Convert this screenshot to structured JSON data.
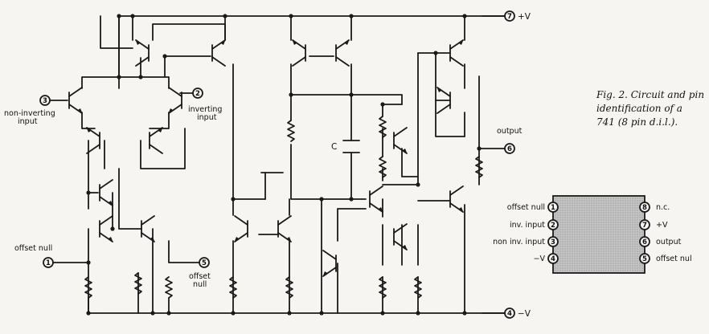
{
  "schematic": {
    "pins": {
      "noninv": {
        "num": "3",
        "label_line1": "non-inverting",
        "label_line2": "input"
      },
      "inv": {
        "num": "2",
        "label_line1": "inverting",
        "label_line2": "input"
      },
      "offset1": {
        "num": "1",
        "label": "offset null"
      },
      "offset5": {
        "num": "5",
        "label_line1": "offset",
        "label_line2": "null"
      },
      "vplus": {
        "num": "7",
        "label": "+V"
      },
      "vminus": {
        "num": "4",
        "label": "−V"
      },
      "output": {
        "num": "6",
        "label": "output"
      }
    },
    "capacitor_label": "C"
  },
  "caption": {
    "line1": "Fig. 2. Circuit and pin",
    "line2": "identification of a",
    "line3": "741 (8 pin d.i.l.)."
  },
  "package": {
    "left_pins": [
      {
        "num": "1",
        "label": "offset null"
      },
      {
        "num": "2",
        "label": "inv. input"
      },
      {
        "num": "3",
        "label": "non inv. input"
      },
      {
        "num": "4",
        "label": "−V"
      }
    ],
    "right_pins": [
      {
        "num": "8",
        "label": "n.c."
      },
      {
        "num": "7",
        "label": "+V"
      },
      {
        "num": "6",
        "label": "output"
      },
      {
        "num": "5",
        "label": "offset nul"
      }
    ],
    "body_color": "#bdbdbd"
  }
}
